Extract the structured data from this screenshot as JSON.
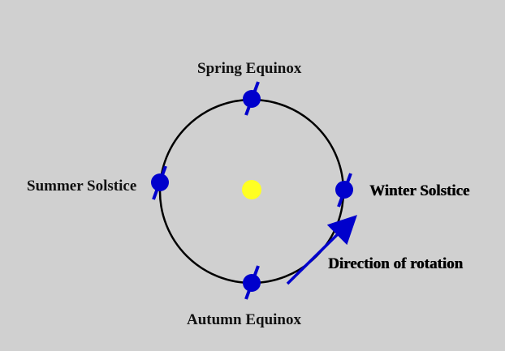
{
  "labels": {
    "spring_equinox": "Spring Equinox",
    "summer_solstice": "Summer Solstice",
    "winter_solstice": "Winter Solstice",
    "autumn_equinox": "Autumn Equinox",
    "direction_of_rotation": "Direction of rotation"
  },
  "colors": {
    "background": "#d0d0d0",
    "orbit": "#000000",
    "sun": "#ffff22",
    "earth": "#0000cc",
    "axis": "#0000cc",
    "arrow": "#0000cc"
  },
  "icons": {
    "sun": "sun-icon",
    "earth": "earth-icon",
    "arrow": "rotation-arrow-icon"
  }
}
